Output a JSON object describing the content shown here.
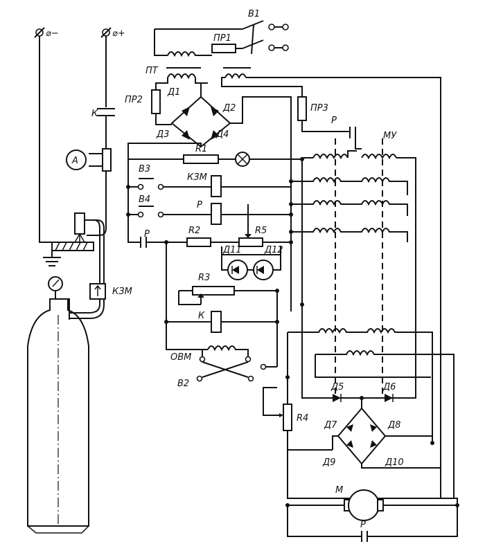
{
  "labels": {
    "minus": "⌀−",
    "plus": "⌀+",
    "k_contact": "К",
    "ammeter": "A",
    "kzm_valve": "КЗМ",
    "b1": "В1",
    "pr1": "ПР1",
    "pt": "ПТ",
    "pr2": "ПР2",
    "d1": "Д1",
    "d2": "Д2",
    "d3": "Д3",
    "d4": "Д4",
    "pr3": "ПР3",
    "p_contact_top": "Р",
    "mu": "МУ",
    "r1": "R1",
    "b3": "В3",
    "kzm_coil": "КЗМ",
    "b4": "В4",
    "p_coil": "Р",
    "p_contact_left": "Р",
    "r2": "R2",
    "r5": "R5",
    "d11": "Д11",
    "d12": "Д12",
    "r3": "R3",
    "k_coil": "К",
    "ovm": "ОВМ",
    "b2": "В2",
    "d5": "Д5",
    "d6": "Д6",
    "r4": "R4",
    "d7": "Д7",
    "d8": "Д8",
    "d9": "Д9",
    "d10": "Д10",
    "motor": "М",
    "p_contact_bottom": "Р"
  }
}
